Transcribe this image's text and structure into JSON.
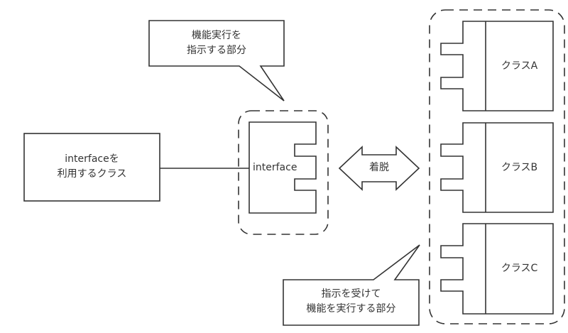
{
  "diagram": {
    "title": "",
    "colors": {
      "stroke": "#333333",
      "text": "#333333",
      "background": "#ffffff"
    },
    "client_class": {
      "lines": [
        "interfaceを",
        "利用するクラス"
      ]
    },
    "interface": {
      "label": "interface"
    },
    "swap_arrow": {
      "label": "着脱"
    },
    "callout_top": {
      "lines": [
        "機能実行を",
        "指示する部分"
      ]
    },
    "callout_bottom": {
      "lines": [
        "指示を受けて",
        "機能を実行する部分"
      ]
    },
    "implementations": [
      {
        "label": "クラスA"
      },
      {
        "label": "クラスB"
      },
      {
        "label": "クラスC"
      }
    ]
  }
}
